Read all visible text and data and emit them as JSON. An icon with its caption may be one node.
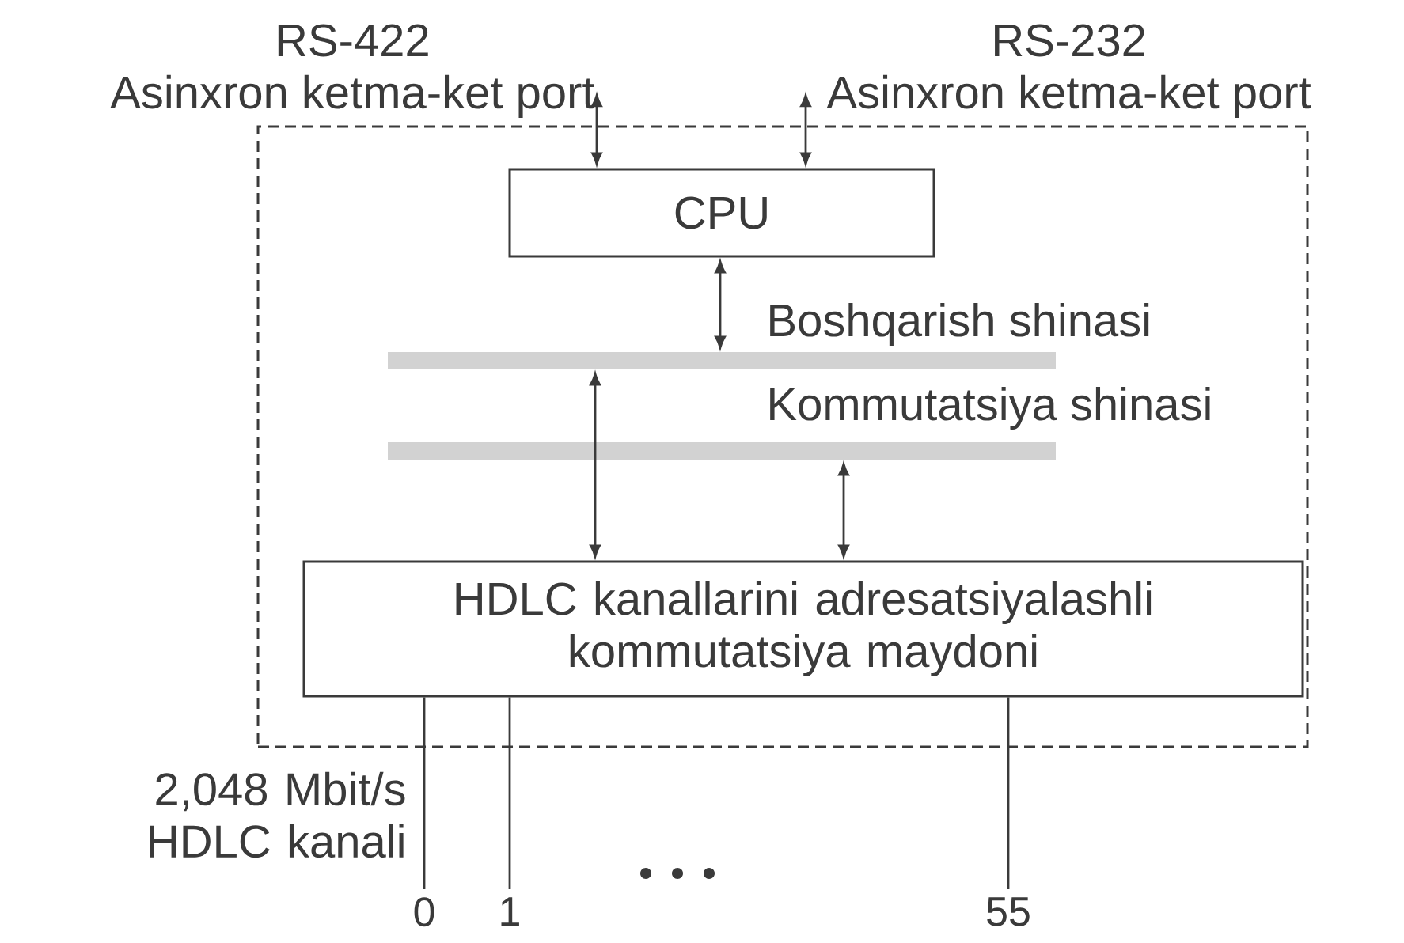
{
  "diagram": {
    "nodes": [
      {
        "text": [],
        "shape": "box"
      },
      {
        "text": [
          "RS-422",
          "Asinxron ketma-ket port"
        ]
      },
      {
        "text": [
          "RS-232",
          "Asinxron ketma-ket port"
        ]
      },
      {
        "text": [
          "CPU"
        ],
        "in": 0
      },
      {
        "text": [],
        "shape": "bar",
        "beside": [
          "Boshqarish shinasi"
        ],
        "in": 0
      },
      {
        "text": [],
        "shape": "bar",
        "beside": [
          "Kommutatsiya shinasi"
        ],
        "in": 0
      },
      {
        "text": [
          "HDLC kanallarini adresatsiyalashli kommutatsiya maydoni"
        ],
        "in": 0
      },
      {
        "text": [
          "0"
        ]
      },
      {
        "text": [
          "1"
        ]
      },
      {
        "text": [
          "55"
        ]
      }
    ],
    "edges": [
      {
        "from": 1,
        "to": 3,
        "arrow": "both"
      },
      {
        "from": 2,
        "to": 3,
        "arrow": "both"
      },
      {
        "from": 3,
        "to": 4,
        "arrow": "both"
      },
      {
        "from": 6,
        "to": 4,
        "arrow": "both"
      },
      {
        "from": 6,
        "to": 5,
        "arrow": "both"
      },
      {
        "from": 6,
        "to": 7,
        "arrow": "none"
      },
      {
        "from": 6,
        "to": 8,
        "arrow": "none"
      },
      {
        "from": 6,
        "to": 9,
        "arrow": "none"
      }
    ],
    "labels": [
      "2,048 Mbit/s HDLC kanali"
    ]
  }
}
